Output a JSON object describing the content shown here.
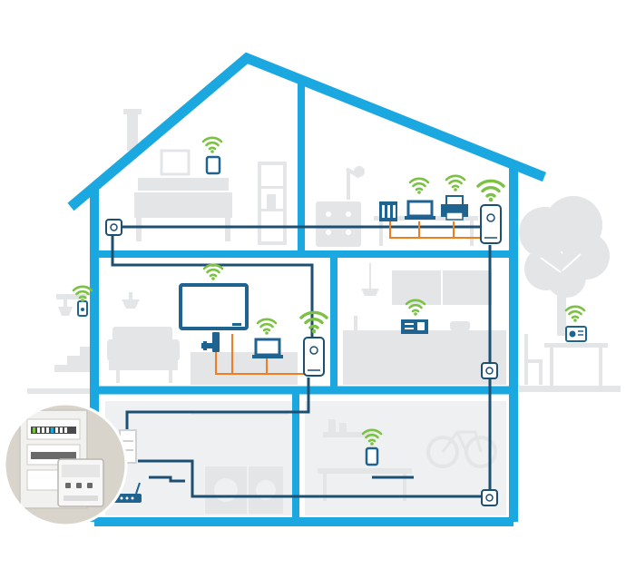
{
  "colors": {
    "house_frame": "#1ba8e0",
    "wiring": "#1d4f73",
    "lan_cable": "#f07d20",
    "wifi": "#7bc143",
    "furniture": "#e3e5e7",
    "furniture_dark": "#cfd3d6",
    "device": "#1f6391",
    "adapter_white": "#ffffff",
    "distribution_box": "#ececec"
  },
  "diagram": {
    "rooms": [
      "attic-bedroom",
      "attic-office",
      "living-room",
      "kitchen",
      "basement-laundry",
      "basement-workshop"
    ],
    "outdoor_areas": [
      "garden-patio",
      "entrance"
    ],
    "icons": [
      "wifi-icon",
      "tv-icon",
      "laptop-icon",
      "printer-icon",
      "tablet-icon",
      "phone-icon",
      "radio-icon",
      "router-icon",
      "game-console-icon",
      "network-storage-icon",
      "power-socket-icon",
      "powerline-adapter-icon"
    ],
    "insert": "distribution-box-with-din-rail-powerline-adapter"
  }
}
